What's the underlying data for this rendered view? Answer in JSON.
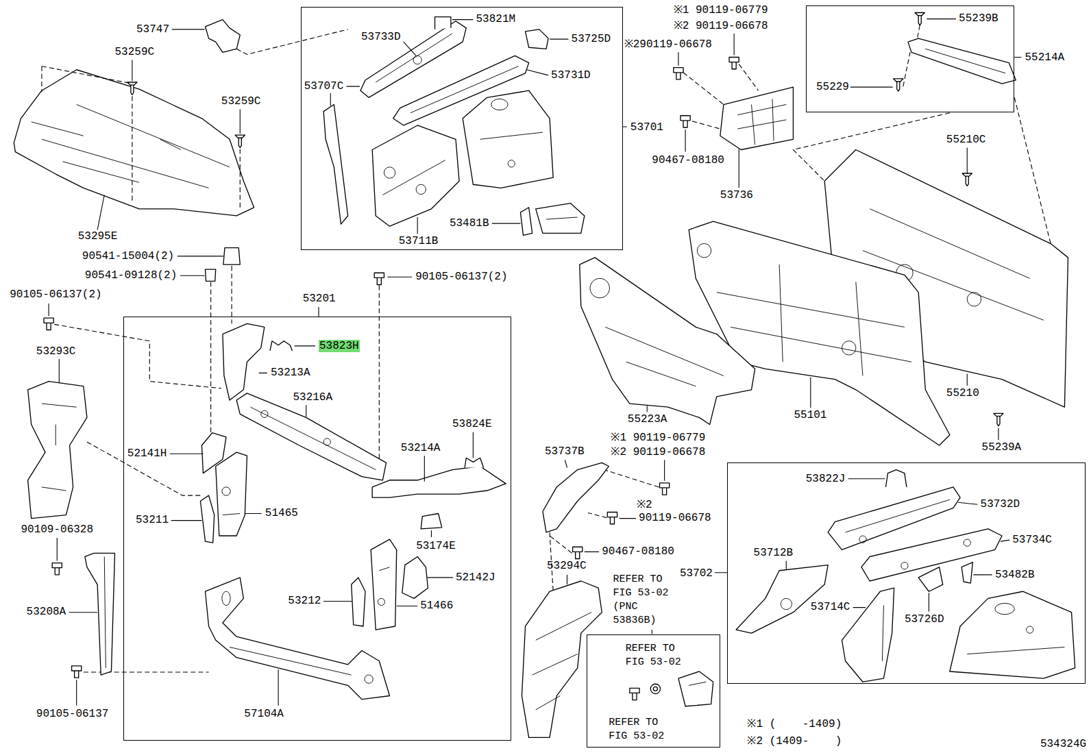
{
  "diagram": {
    "nodes": [
      {
        "text": [
          "53701"
        ]
      },
      {
        "text": [
          "55214A"
        ]
      },
      {
        "text": [
          "53201"
        ]
      },
      {
        "text": [
          "53702"
        ]
      },
      {
        "text": [
          "REFER TO FIG 53-02 (PNC 53836B)",
          "REFER TO FIG 53-02",
          "REFER TO FIG 53-02"
        ]
      }
    ],
    "labels": [
      "53747",
      "53259C",
      "53259C",
      "53295E",
      "90541-15004(2)",
      "90541-09128(2)",
      "90105-06137(2)",
      "90105-06137(2)",
      "53293C",
      "53823H",
      "53213A",
      "53216A",
      "52141H",
      "53211",
      "51465",
      "53824E",
      "53214A",
      "53174E",
      "53212",
      "51466",
      "52142J",
      "57104A",
      "90109-06328",
      "53208A",
      "90105-06137",
      "53733D",
      "53821M",
      "53725D",
      "53707C",
      "53731D",
      "53711B",
      "53481B",
      "※1 90119-06779",
      "※2 90119-06678",
      "※290119-06678",
      "90467-08180",
      "53736",
      "55239B",
      "55229",
      "55210C",
      "55223A",
      "55101",
      "55210",
      "55239A",
      "53737B",
      "※1 90119-06779",
      "※2 90119-06678",
      "※2",
      "90119-06678",
      "90467-08180",
      "53294C",
      "53822J",
      "53732D",
      "53734C",
      "53712B",
      "53714C",
      "53726D",
      "53482B",
      "※1 (    -1409)",
      "※2 (1409-    )",
      "534324G"
    ]
  }
}
